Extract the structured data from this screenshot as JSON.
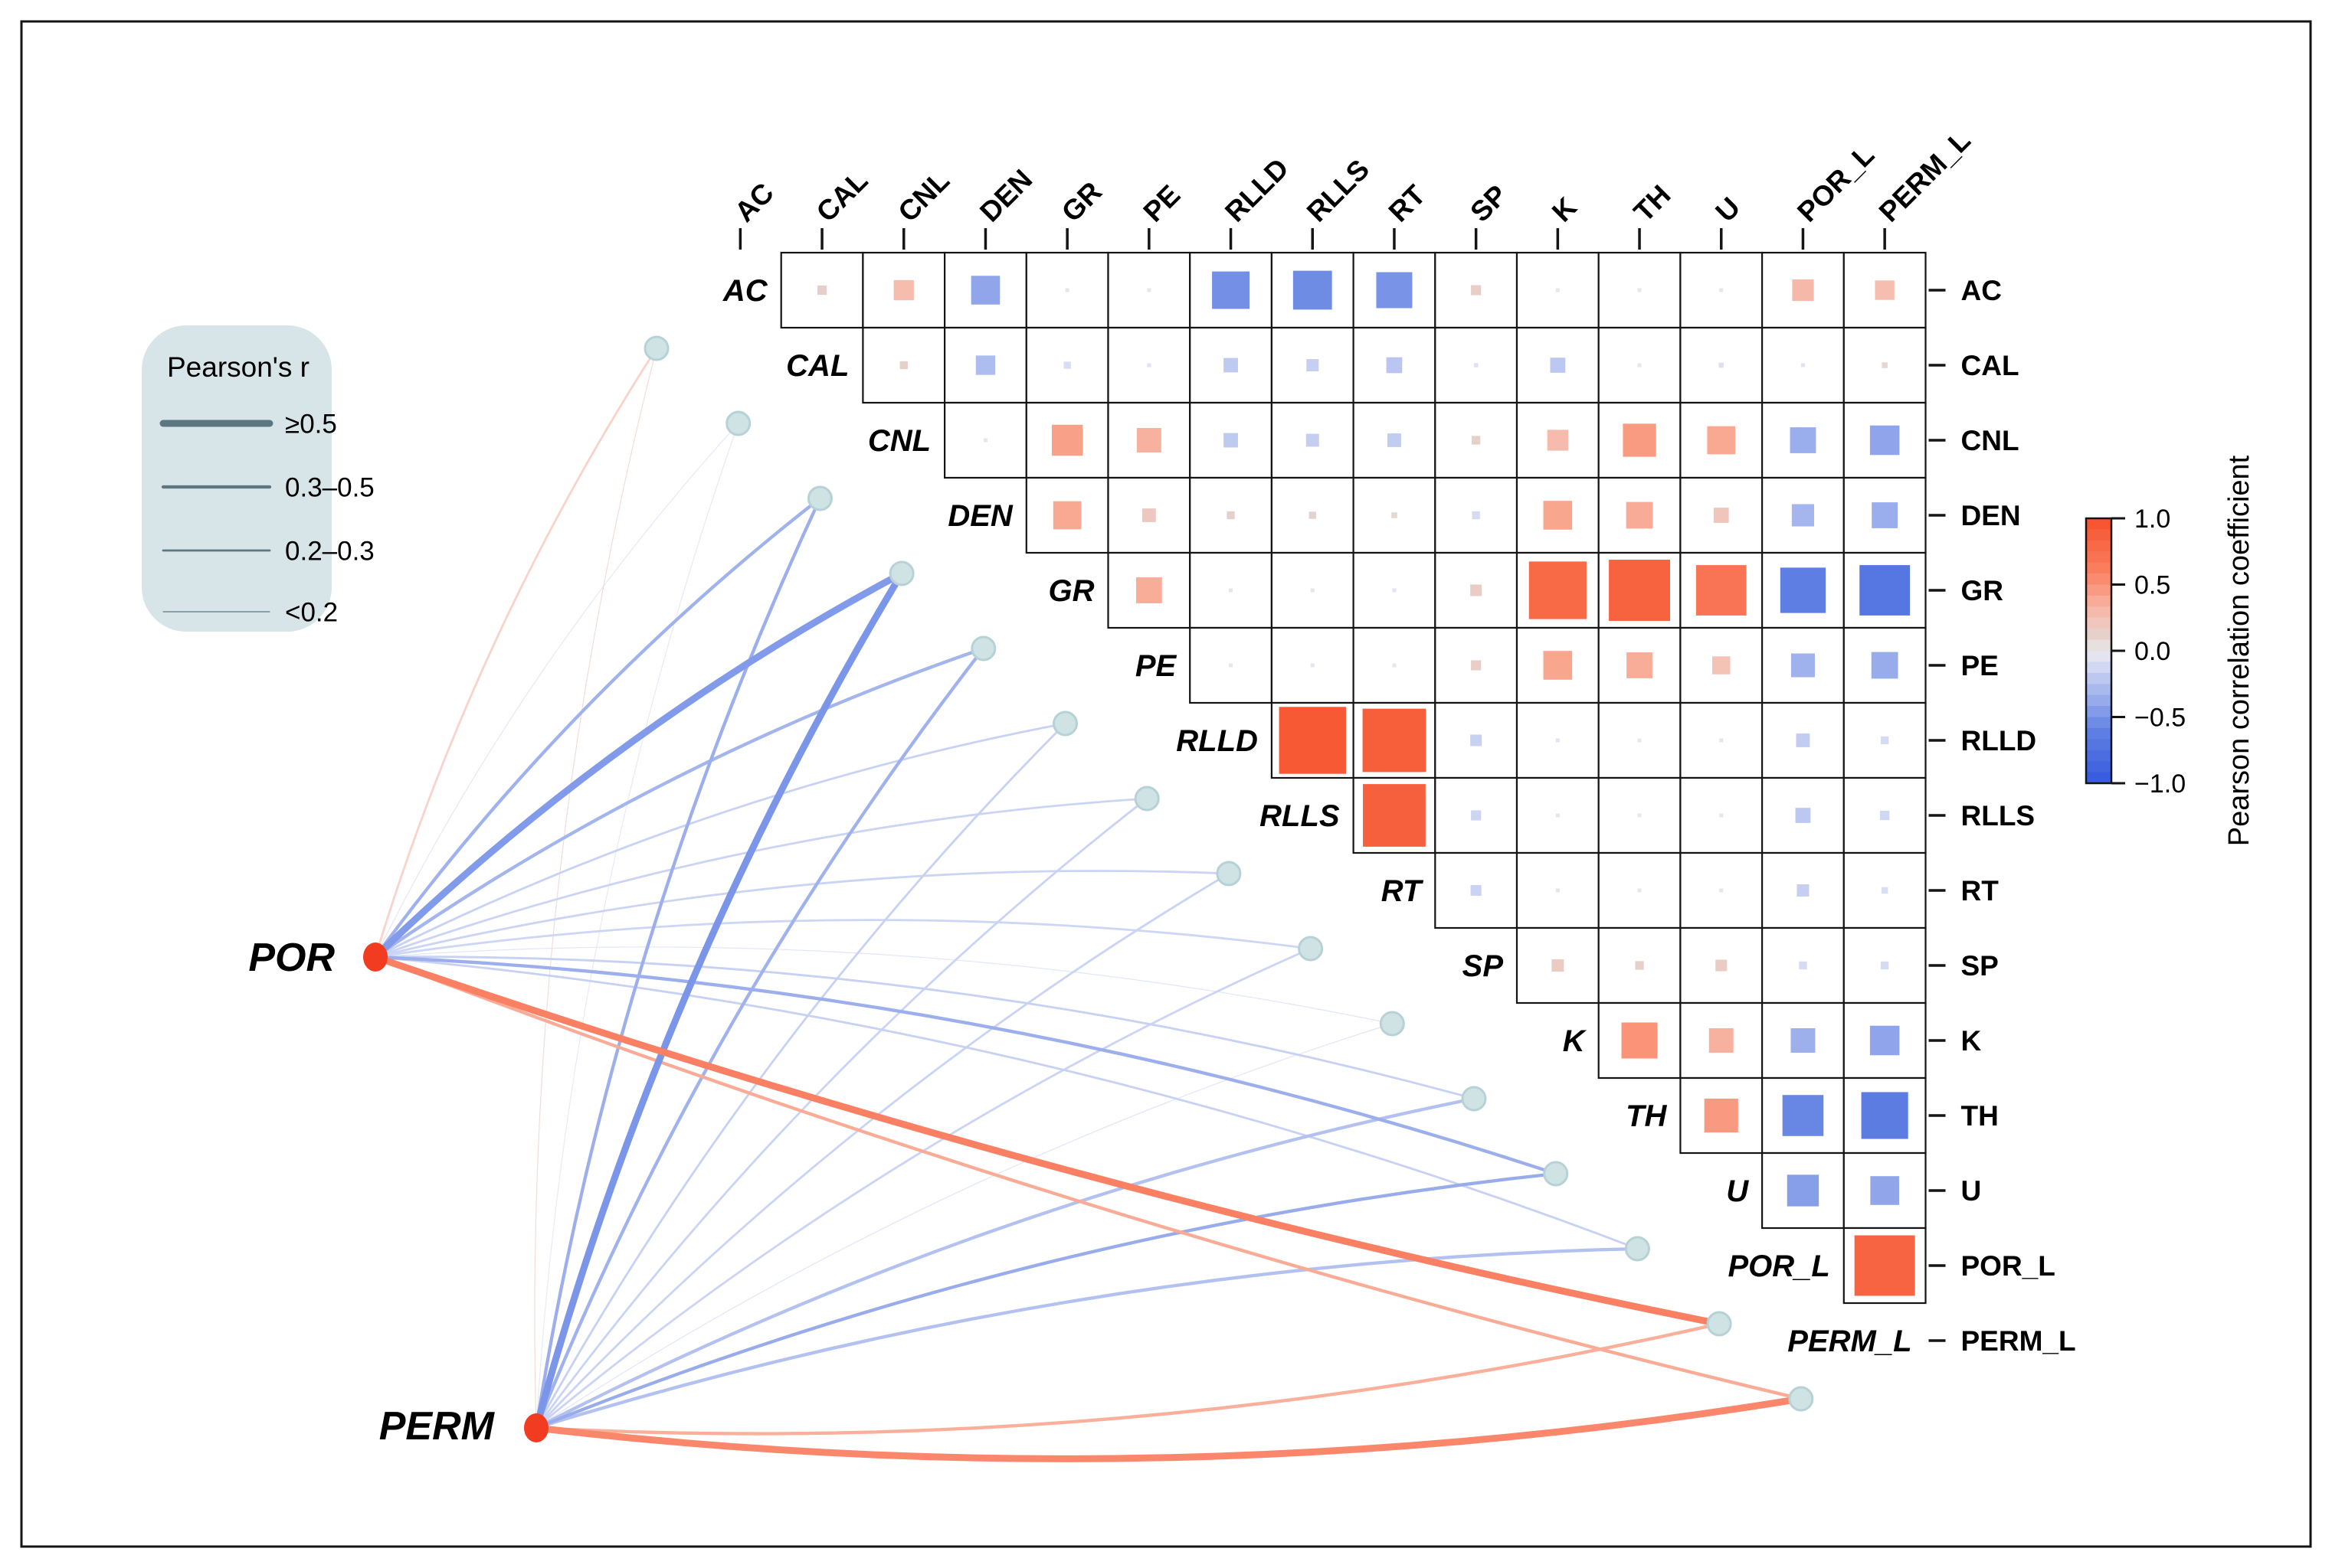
{
  "figure": {
    "background": "#ffffff",
    "border_color": "#141414"
  },
  "legend": {
    "title": "Pearson's r",
    "background": "#d7e5e9",
    "line_color": "#5d7781",
    "items": [
      {
        "label": "≥0.5"
      },
      {
        "label": "0.3–0.5"
      },
      {
        "label": "0.2–0.3"
      },
      {
        "label": "<0.2"
      }
    ]
  },
  "colorbar": {
    "title": "Pearson correlation coefficient",
    "tick_labels": [
      "1.0",
      "0.5",
      "0.0",
      "−0.5",
      "−1.0"
    ],
    "tick_values": [
      1,
      0.5,
      0,
      -0.5,
      -1
    ],
    "min": -1,
    "max": 1
  },
  "chart_data": {
    "type": "heatmap",
    "subtype": "upper-triangle-correlation-matrix-with-network-links",
    "variables": [
      "AC",
      "CAL",
      "CNL",
      "DEN",
      "GR",
      "PE",
      "RLLD",
      "RLLS",
      "RT",
      "SP",
      "K",
      "TH",
      "U",
      "POR_L",
      "PERM_L"
    ],
    "correlations": [
      [
        "AC",
        "CAL",
        0.13
      ],
      [
        "AC",
        "CNL",
        0.28
      ],
      [
        "AC",
        "DEN",
        -0.4
      ],
      [
        "AC",
        "GR",
        0.01
      ],
      [
        "AC",
        "PE",
        0.01
      ],
      [
        "AC",
        "RLLD",
        -0.52
      ],
      [
        "AC",
        "RLLS",
        -0.54
      ],
      [
        "AC",
        "RT",
        -0.5
      ],
      [
        "AC",
        "SP",
        0.14
      ],
      [
        "AC",
        "K",
        -0.02
      ],
      [
        "AC",
        "TH",
        -0.04
      ],
      [
        "AC",
        "U",
        0.01
      ],
      [
        "AC",
        "POR_L",
        0.3
      ],
      [
        "AC",
        "PERM_L",
        0.27
      ],
      [
        "CAL",
        "CNL",
        0.11
      ],
      [
        "CAL",
        "DEN",
        -0.27
      ],
      [
        "CAL",
        "GR",
        -0.1
      ],
      [
        "CAL",
        "PE",
        -0.05
      ],
      [
        "CAL",
        "RLLD",
        -0.2
      ],
      [
        "CAL",
        "RLLS",
        -0.17
      ],
      [
        "CAL",
        "RT",
        -0.22
      ],
      [
        "CAL",
        "SP",
        -0.06
      ],
      [
        "CAL",
        "K",
        -0.21
      ],
      [
        "CAL",
        "TH",
        -0.04
      ],
      [
        "CAL",
        "U",
        -0.07
      ],
      [
        "CAL",
        "POR_L",
        -0.05
      ],
      [
        "CAL",
        "PERM_L",
        0.08
      ],
      [
        "CNL",
        "DEN",
        -0.04
      ],
      [
        "CNL",
        "GR",
        0.43
      ],
      [
        "CNL",
        "PE",
        0.34
      ],
      [
        "CNL",
        "RLLD",
        -0.2
      ],
      [
        "CNL",
        "RLLS",
        -0.18
      ],
      [
        "CNL",
        "RT",
        -0.19
      ],
      [
        "CNL",
        "SP",
        0.12
      ],
      [
        "CNL",
        "K",
        0.29
      ],
      [
        "CNL",
        "TH",
        0.46
      ],
      [
        "CNL",
        "U",
        0.39
      ],
      [
        "CNL",
        "POR_L",
        -0.36
      ],
      [
        "CNL",
        "PERM_L",
        -0.41
      ],
      [
        "DEN",
        "GR",
        0.39
      ],
      [
        "DEN",
        "PE",
        0.19
      ],
      [
        "DEN",
        "RLLD",
        0.11
      ],
      [
        "DEN",
        "RLLS",
        0.1
      ],
      [
        "DEN",
        "RT",
        0.08
      ],
      [
        "DEN",
        "SP",
        -0.11
      ],
      [
        "DEN",
        "K",
        0.4
      ],
      [
        "DEN",
        "TH",
        0.37
      ],
      [
        "DEN",
        "U",
        0.21
      ],
      [
        "DEN",
        "POR_L",
        -0.31
      ],
      [
        "DEN",
        "PERM_L",
        -0.36
      ],
      [
        "GR",
        "PE",
        0.36
      ],
      [
        "GR",
        "RLLD",
        -0.04
      ],
      [
        "GR",
        "RLLS",
        -0.04
      ],
      [
        "GR",
        "RT",
        -0.05
      ],
      [
        "GR",
        "SP",
        0.16
      ],
      [
        "GR",
        "K",
        0.8
      ],
      [
        "GR",
        "TH",
        0.85
      ],
      [
        "GR",
        "U",
        0.7
      ],
      [
        "GR",
        "POR_L",
        -0.63
      ],
      [
        "GR",
        "PERM_L",
        -0.7
      ],
      [
        "PE",
        "RLLD",
        -0.03
      ],
      [
        "PE",
        "RLLS",
        -0.04
      ],
      [
        "PE",
        "RT",
        -0.04
      ],
      [
        "PE",
        "SP",
        0.14
      ],
      [
        "PE",
        "K",
        0.4
      ],
      [
        "PE",
        "TH",
        0.36
      ],
      [
        "PE",
        "U",
        0.25
      ],
      [
        "PE",
        "POR_L",
        -0.33
      ],
      [
        "PE",
        "PERM_L",
        -0.37
      ],
      [
        "RLLD",
        "RLLS",
        0.93
      ],
      [
        "RLLD",
        "RT",
        0.88
      ],
      [
        "RLLD",
        "SP",
        -0.16
      ],
      [
        "RLLD",
        "K",
        -0.05
      ],
      [
        "RLLD",
        "TH",
        0.01
      ],
      [
        "RLLD",
        "U",
        -0.04
      ],
      [
        "RLLD",
        "POR_L",
        -0.19
      ],
      [
        "RLLD",
        "PERM_L",
        -0.11
      ],
      [
        "RLLS",
        "RT",
        0.87
      ],
      [
        "RLLS",
        "SP",
        -0.14
      ],
      [
        "RLLS",
        "K",
        -0.04
      ],
      [
        "RLLS",
        "TH",
        -0.02
      ],
      [
        "RLLS",
        "U",
        -0.03
      ],
      [
        "RLLS",
        "POR_L",
        -0.21
      ],
      [
        "RLLS",
        "PERM_L",
        -0.13
      ],
      [
        "RT",
        "SP",
        -0.15
      ],
      [
        "RT",
        "K",
        -0.04
      ],
      [
        "RT",
        "TH",
        0.01
      ],
      [
        "RT",
        "U",
        -0.03
      ],
      [
        "RT",
        "POR_L",
        -0.17
      ],
      [
        "RT",
        "PERM_L",
        -0.09
      ],
      [
        "SP",
        "K",
        0.17
      ],
      [
        "SP",
        "TH",
        0.12
      ],
      [
        "SP",
        "U",
        0.16
      ],
      [
        "SP",
        "POR_L",
        -0.11
      ],
      [
        "SP",
        "PERM_L",
        -0.11
      ],
      [
        "K",
        "TH",
        0.5
      ],
      [
        "K",
        "U",
        0.34
      ],
      [
        "K",
        "POR_L",
        -0.34
      ],
      [
        "K",
        "PERM_L",
        -0.41
      ],
      [
        "TH",
        "U",
        0.47
      ],
      [
        "TH",
        "POR_L",
        -0.57
      ],
      [
        "TH",
        "PERM_L",
        -0.65
      ],
      [
        "U",
        "POR_L",
        -0.44
      ],
      [
        "U",
        "PERM_L",
        -0.4
      ],
      [
        "POR_L",
        "PERM_L",
        0.84
      ]
    ],
    "network_nodes": [
      {
        "id": "POR",
        "color": "#f23c22"
      },
      {
        "id": "PERM",
        "color": "#f23c22"
      }
    ],
    "edges": [
      [
        "POR",
        "AC",
        0.27
      ],
      [
        "POR",
        "CAL",
        -0.1
      ],
      [
        "POR",
        "CNL",
        -0.4
      ],
      [
        "POR",
        "DEN",
        -0.55
      ],
      [
        "POR",
        "GR",
        -0.38
      ],
      [
        "POR",
        "PE",
        -0.27
      ],
      [
        "POR",
        "RLLD",
        -0.25
      ],
      [
        "POR",
        "RLLS",
        -0.25
      ],
      [
        "POR",
        "RT",
        -0.24
      ],
      [
        "POR",
        "SP",
        -0.12
      ],
      [
        "POR",
        "K",
        -0.28
      ],
      [
        "POR",
        "TH",
        -0.42
      ],
      [
        "POR",
        "U",
        -0.28
      ],
      [
        "POR",
        "POR_L",
        0.78
      ],
      [
        "POR",
        "PERM_L",
        0.45
      ],
      [
        "PERM",
        "AC",
        0.15
      ],
      [
        "PERM",
        "CAL",
        -0.08
      ],
      [
        "PERM",
        "CNL",
        -0.42
      ],
      [
        "PERM",
        "DEN",
        -0.58
      ],
      [
        "PERM",
        "GR",
        -0.4
      ],
      [
        "PERM",
        "PE",
        -0.28
      ],
      [
        "PERM",
        "RLLD",
        -0.26
      ],
      [
        "PERM",
        "RLLS",
        -0.26
      ],
      [
        "PERM",
        "RT",
        -0.25
      ],
      [
        "PERM",
        "SP",
        -0.12
      ],
      [
        "PERM",
        "K",
        -0.3
      ],
      [
        "PERM",
        "TH",
        -0.44
      ],
      [
        "PERM",
        "U",
        -0.3
      ],
      [
        "PERM",
        "POR_L",
        0.42
      ],
      [
        "PERM",
        "PERM_L",
        0.7
      ]
    ],
    "palette_stops": [
      [
        -1.0,
        "#3558dd"
      ],
      [
        -0.6,
        "#6181e3"
      ],
      [
        -0.4,
        "#91a6ea"
      ],
      [
        -0.25,
        "#b2c0f0"
      ],
      [
        -0.1,
        "#d8ddf3"
      ],
      [
        -0.02,
        "#e7e7ee"
      ],
      [
        0.02,
        "#eae5e5"
      ],
      [
        0.1,
        "#e4d2ce"
      ],
      [
        0.25,
        "#f5c2b6"
      ],
      [
        0.4,
        "#f9a68f"
      ],
      [
        0.6,
        "#fa8061"
      ],
      [
        1.0,
        "#f5512b"
      ]
    ],
    "connector_dot_fill": "#cfe2e4",
    "connector_dot_stroke": "#b7d2d6",
    "grid_line_color": "#141414",
    "axis_tick_color": "#141414",
    "legend_position": "top-left",
    "colorbar_position": "right",
    "grid": "on"
  }
}
